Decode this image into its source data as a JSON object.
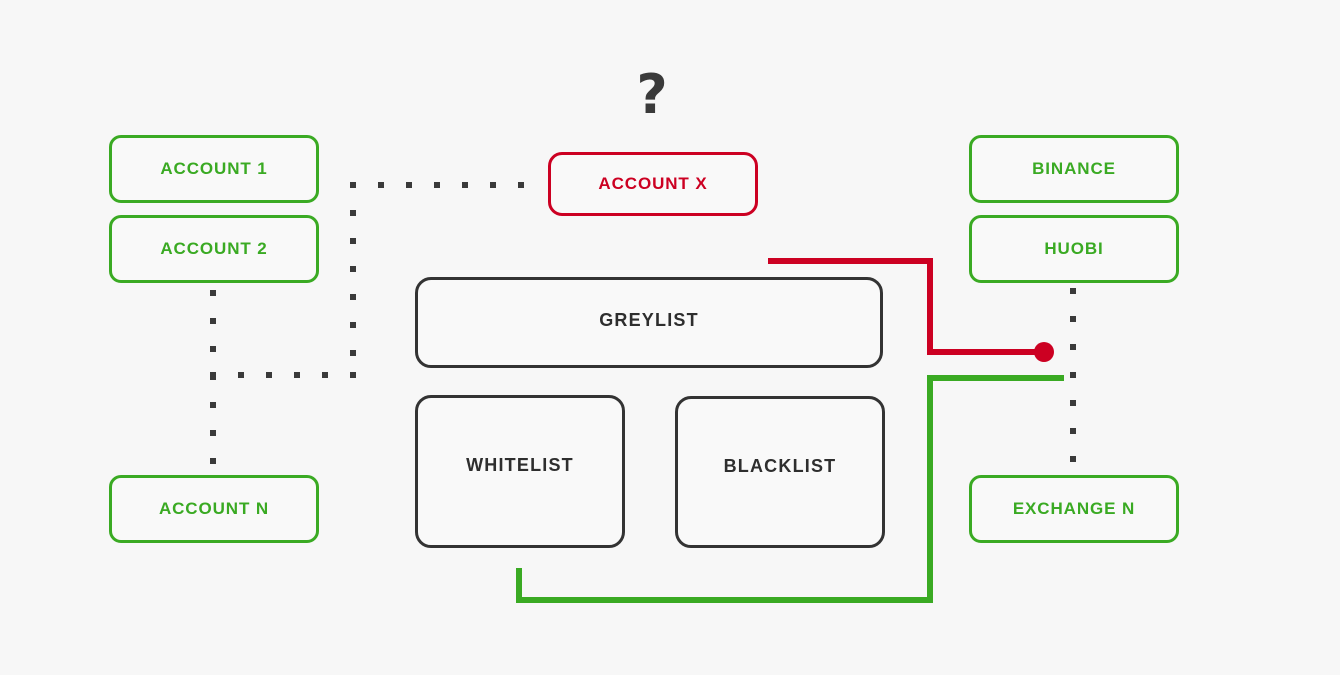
{
  "diagram": {
    "title_symbol": "?",
    "background_color": "#f7f7f7",
    "colors": {
      "green": "#3aaa23",
      "red": "#cc0022",
      "dark": "#333333"
    },
    "left_column": {
      "nodes": [
        {
          "id": "account-1",
          "label": "ACCOUNT 1",
          "status": "green"
        },
        {
          "id": "account-2",
          "label": "ACCOUNT 2",
          "status": "green"
        },
        {
          "id": "account-n",
          "label": "ACCOUNT N",
          "status": "green"
        }
      ]
    },
    "unknown_node": {
      "id": "account-x",
      "label": "ACCOUNT X",
      "status": "red",
      "marker": "?"
    },
    "center_column": {
      "nodes": [
        {
          "id": "greylist",
          "label": "GREYLIST",
          "status": "dark"
        },
        {
          "id": "whitelist",
          "label": "WHITELIST",
          "status": "dark"
        },
        {
          "id": "blacklist",
          "label": "BLACKLIST",
          "status": "dark"
        }
      ]
    },
    "right_column": {
      "nodes": [
        {
          "id": "binance",
          "label": "BINANCE",
          "status": "green"
        },
        {
          "id": "huobi",
          "label": "HUOBI",
          "status": "green"
        },
        {
          "id": "exchange-n",
          "label": "EXCHANGE N",
          "status": "green"
        }
      ]
    },
    "connectors": [
      {
        "id": "greylist-to-exchanges",
        "style": "solid",
        "color": "#cc0022",
        "endpoint": "dot"
      },
      {
        "id": "whitelist-to-exchanges",
        "style": "solid",
        "color": "#3aaa23",
        "endpoint": "none"
      },
      {
        "id": "accounts-to-account-x",
        "style": "dotted",
        "color": "#3a3a3a"
      },
      {
        "id": "accounts-chain",
        "style": "dotted",
        "color": "#3a3a3a"
      },
      {
        "id": "exchanges-chain",
        "style": "dotted",
        "color": "#3a3a3a"
      }
    ]
  }
}
